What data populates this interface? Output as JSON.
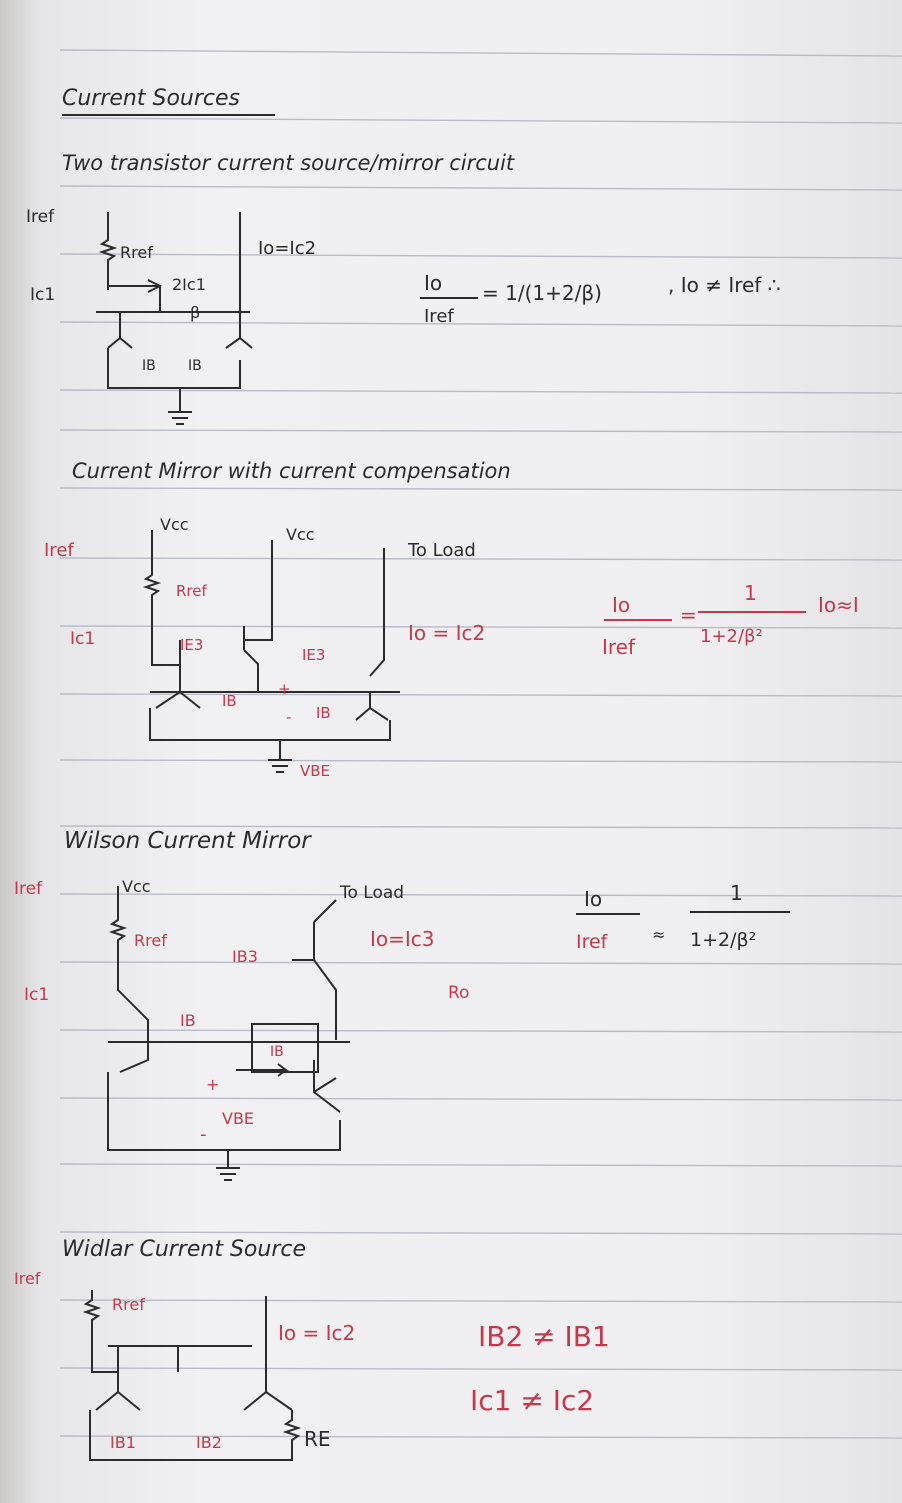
{
  "title": "Current Sources",
  "sections": [
    {
      "heading": "Two transistor current source/mirror circuit",
      "labels": {
        "iref": "Iref",
        "rref": "Rref",
        "io": "Io=Ic2",
        "ic1": "Ic1",
        "base_current": "2Ic1",
        "beta": "β",
        "ib_left": "IB",
        "ib_right": "IB"
      },
      "equation": {
        "numerator": "Io",
        "denominator": "Iref",
        "rhs": "= 1/(1+2/β)",
        "note": ", Io ≠ Iref ∴"
      }
    },
    {
      "heading": "Current Mirror with current compensation",
      "labels": {
        "vcc_left": "Vcc",
        "vcc_right": "Vcc",
        "to_load": "To Load",
        "iref": "Iref",
        "rref": "Rref",
        "io": "Io = Ic2",
        "ic1": "Ic1",
        "ie3_left": "IE3",
        "ie3_right": "IE3",
        "ib_left": "IB",
        "ib_right": "IB",
        "plus": "+",
        "minus": "-",
        "vbe": "VBE"
      },
      "equation": {
        "numerator": "Io",
        "denominator": "Iref",
        "rhs_num": "1",
        "rhs_den": "1+2/β²",
        "note": "Io≈I"
      }
    },
    {
      "heading": "Wilson Current Mirror",
      "labels": {
        "iref": "Iref",
        "vcc": "Vcc",
        "to_load": "To Load",
        "rref": "Rref",
        "ib3": "IB3",
        "io": "Io=Ic3",
        "ro": "Ro",
        "ic1": "Ic1",
        "ib": "IB",
        "ib_box": "IB",
        "plus": "+",
        "vbe": "VBE",
        "minus": "-"
      },
      "equation": {
        "numerator": "Io",
        "denominator": "Iref",
        "approx": "≈",
        "rhs_num": "1",
        "rhs_den": "1+2/β²"
      }
    },
    {
      "heading": "Widlar Current Source",
      "labels": {
        "iref": "Iref",
        "rref": "Rref",
        "io": "Io = Ic2",
        "ib1": "IB1",
        "ib2": "IB2",
        "re": "RE"
      },
      "notes": [
        "IB2 ≠ IB1",
        "Ic1 ≠ Ic2"
      ]
    }
  ]
}
